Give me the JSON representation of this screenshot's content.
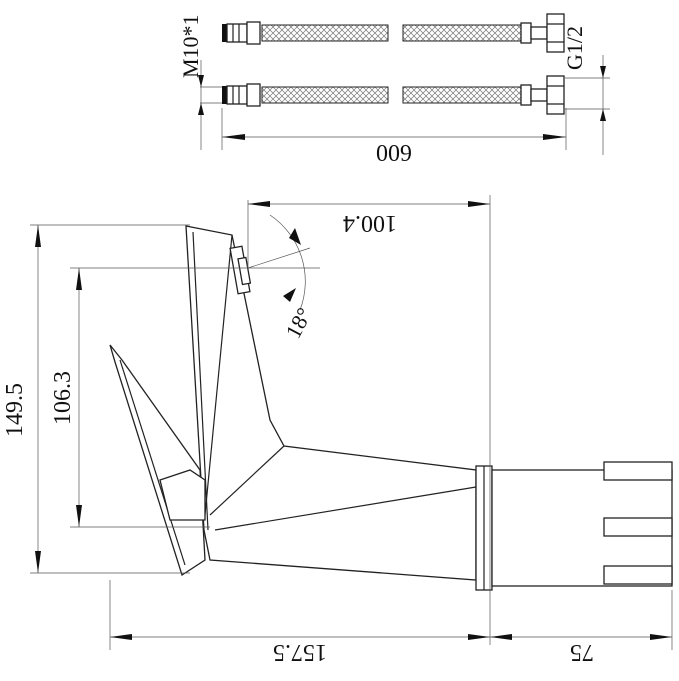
{
  "hoses": {
    "thread_label": "M10*1",
    "connector_label": "G1/2",
    "length_label": "600"
  },
  "faucet": {
    "spout_reach_label": "100.4",
    "angle_label": "18°",
    "total_height_label": "149.5",
    "spout_height_label": "106.3",
    "body_length_label": "157.5",
    "base_length_label": "75"
  }
}
